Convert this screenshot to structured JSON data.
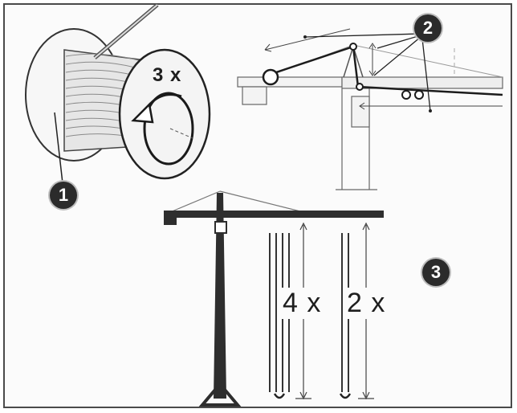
{
  "callouts": {
    "one": "1",
    "two": "2",
    "three": "3"
  },
  "labels": {
    "drum_turns": "3 x",
    "reeving_four": "4 x",
    "reeving_two": "2 x"
  }
}
